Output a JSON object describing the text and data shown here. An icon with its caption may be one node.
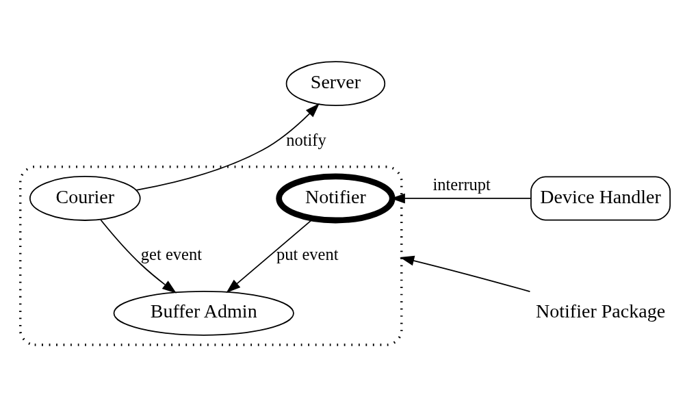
{
  "diagram": {
    "nodes": [
      {
        "text": [
          "Server"
        ]
      },
      {
        "text": [],
        "shape": "box"
      },
      {
        "text": [
          "Courier"
        ],
        "in": 1
      },
      {
        "text": [
          "Notifier"
        ],
        "in": 1
      },
      {
        "text": [
          "Buffer Admin"
        ],
        "in": 1
      },
      {
        "text": [
          "Device Handler"
        ]
      },
      {
        "text": [
          "Notifier Package"
        ]
      }
    ],
    "edges": [
      {
        "from": 2,
        "to": 0,
        "arrow": "to",
        "label": "notify"
      },
      {
        "from": 5,
        "to": 3,
        "arrow": "to",
        "label": "interrupt"
      },
      {
        "from": 2,
        "to": 4,
        "arrow": "to",
        "label": "get event"
      },
      {
        "from": 3,
        "to": 4,
        "arrow": "to",
        "label": "put event"
      },
      {
        "from": 6,
        "to": 1,
        "arrow": "to"
      }
    ]
  }
}
